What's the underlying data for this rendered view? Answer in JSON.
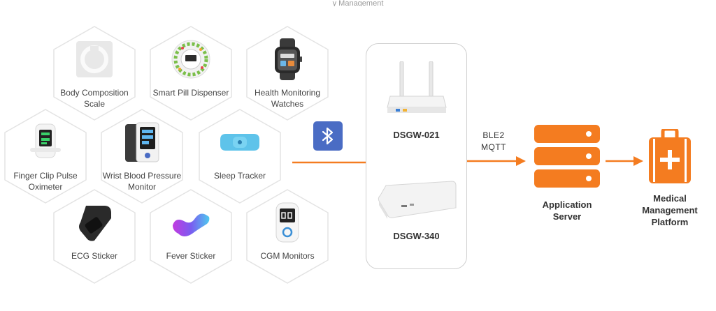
{
  "header": {
    "caption": "y Management"
  },
  "devices": [
    {
      "id": "body-composition-scale",
      "label": "Body Composition Scale"
    },
    {
      "id": "smart-pill-dispenser",
      "label": "Smart Pill Dispenser"
    },
    {
      "id": "health-monitoring-watches",
      "label": "Health Monitoring Watches"
    },
    {
      "id": "finger-clip-pulse-oximeter",
      "label": "Finger Clip Pulse Oximeter"
    },
    {
      "id": "wrist-blood-pressure-monitor",
      "label": "Wrist Blood Pressure Monitor"
    },
    {
      "id": "sleep-tracker",
      "label": "Sleep Tracker"
    },
    {
      "id": "ecg-sticker",
      "label": "ECG Sticker"
    },
    {
      "id": "fever-sticker",
      "label": "Fever Sticker"
    },
    {
      "id": "cgm-monitors",
      "label": "CGM Monitors"
    }
  ],
  "bluetooth": {
    "icon": "bluetooth-icon"
  },
  "gateways": [
    {
      "model": "DSGW-021",
      "icon": "wifi-router-icon"
    },
    {
      "model": "DSGW-340",
      "icon": "gateway-box-icon"
    }
  ],
  "protocols": {
    "line1": "BLE2",
    "line2": "MQTT"
  },
  "application_server": {
    "label": "Application Server",
    "icon": "server-icon"
  },
  "platform": {
    "label": "Medical Management Platform",
    "icon": "medical-kit-icon"
  },
  "colors": {
    "accent": "#f47c20",
    "bluetooth": "#4a6cc4",
    "hex_border": "#e3e3e3",
    "gateway_border": "#cfcfcf"
  }
}
